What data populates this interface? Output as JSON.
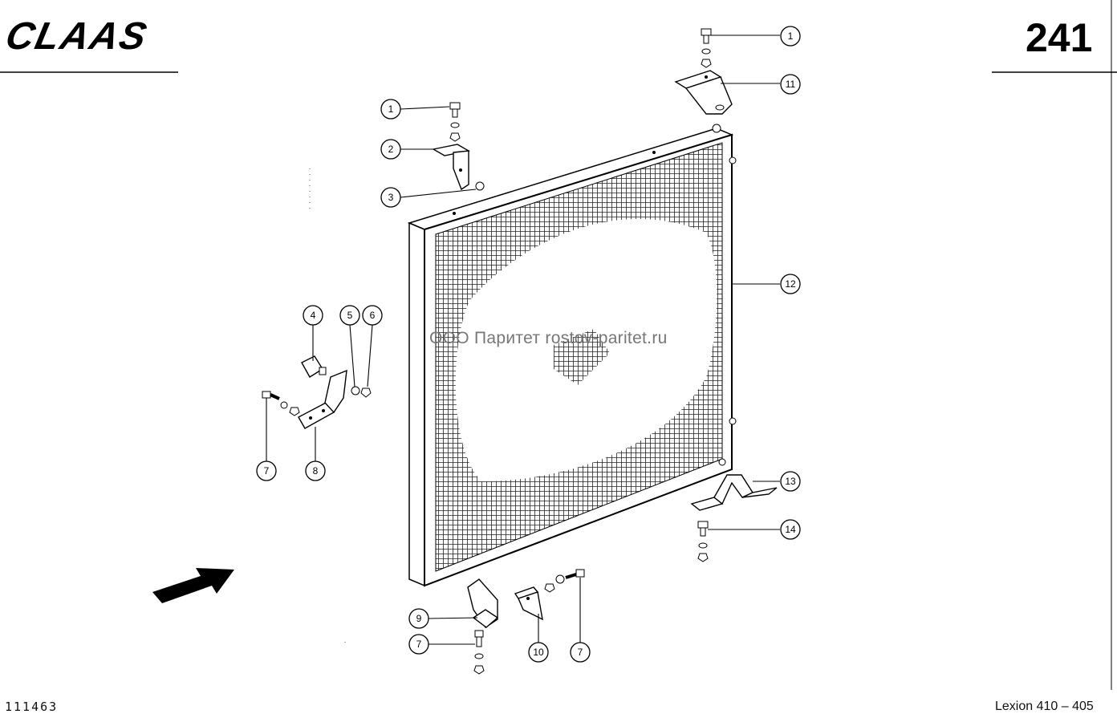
{
  "header": {
    "brand": "CLAAS",
    "page_number": "241"
  },
  "footer": {
    "drawing_number": "111463",
    "model": "Lexion 410 – 405"
  },
  "watermark": "ООО Паритет rostov-paritet.ru",
  "callouts": [
    "1",
    "11",
    "1",
    "2",
    "3",
    "12",
    "4",
    "5",
    "6",
    "7",
    "8",
    "13",
    "14",
    "9",
    "7",
    "10",
    "7"
  ]
}
